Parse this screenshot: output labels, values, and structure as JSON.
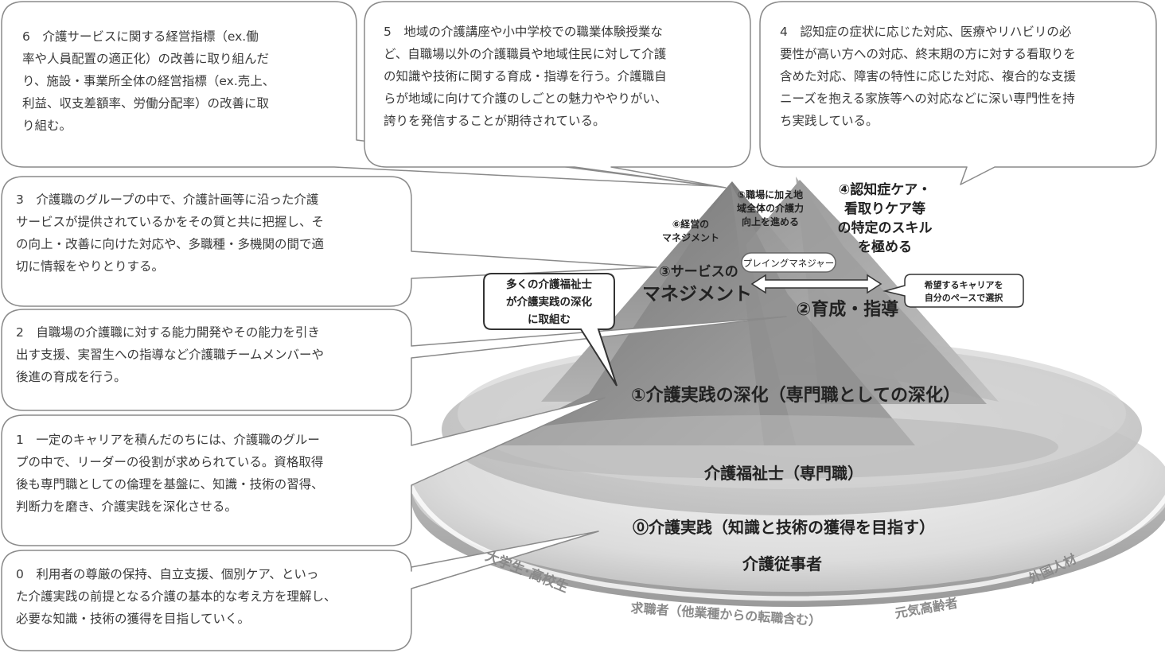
{
  "callouts": {
    "c6": "6　介護サービスに関する経営指標（ex.働\n率や人員配置の適正化）の改善に取り組んだ\nり、施設・事業所全体の経営指標（ex.売上、\n利益、収支差額率、労働分配率）の改善に取\nり組む。",
    "c5": "5　地域の介護講座や小中学校での職業体験授業な\nど、自職場以外の介護職員や地域住民に対して介護\nの知識や技術に関する育成・指導を行う。介護職自\nらが地域に向けて介護のしごとの魅力ややりがい、\n誇りを発信することが期待されている。",
    "c4": "4　認知症の症状に応じた対応、医療やリハビリの必\n要性が高い方への対応、終末期の方に対する看取りを\n含めた対応、障害の特性に応じた対応、複合的な支援\nニーズを抱える家族等への対応などに深い専門性を持\nち実践している。",
    "c3": "3　介護職のグループの中で、介護計画等に沿った介護\nサービスが提供されているかをその質と共に把握し、そ\nの向上・改善に向けた対応や、多職種・多機関の間で適\n切に情報をやりとりする。",
    "c2": "2　自職場の介護職に対する能力開発やその能力を引き\n出す支援、実習生への指導など介護職チームメンバーや\n後進の育成を行う。",
    "c1": "1　一定のキャリアを積んだのちには、介護職のグルー\nプの中で、リーダーの役割が求められている。資格取得\n後も専門職としての倫理を基盤に、知識・技術の習得、\n判断力を磨き、介護実践を深化させる。",
    "c0": "0　利用者の尊厳の保持、自立支援、個別ケア、といっ\nた介護実践の前提となる介護の基本的な考え方を理解し、\n必要な知識・技術の獲得を目指していく。"
  },
  "labels": {
    "peak6_line1": "⑥経営の",
    "peak6_line2": "マネジメント",
    "peak5_line1": "⑤職場に加え地",
    "peak5_line2": "域全体の介護力",
    "peak5_line3": "向上を進める",
    "peak4_line1": "④認知症ケア・",
    "peak4_line2": "看取りケア等",
    "peak4_line3": "の特定のスキル",
    "peak4_line4": "を極める",
    "playing_manager": "プレイングマネジャー",
    "service_mgmt_line1": "③サービスの",
    "service_mgmt_line2": "マネジメント",
    "training": "②育成・指導",
    "career_line1": "希望するキャリアを",
    "career_line2": "自分のペースで選択",
    "many_line1": "多くの介護福祉士",
    "many_line2": "が介護実践の深化",
    "many_line3": "に取組む",
    "deepening": "①介護実践の深化（専門職としての深化）",
    "certified": "介護福祉士（専門職）",
    "practice": "⓪介護実践（知識と技術の獲得を目指す）",
    "worker": "介護従事者",
    "rim_students": "大学生･高校生",
    "rim_jobseekers": "求職者（他業種からの転職含む）",
    "rim_elderly": "元気高齢者",
    "rim_foreign": "外国人材"
  }
}
